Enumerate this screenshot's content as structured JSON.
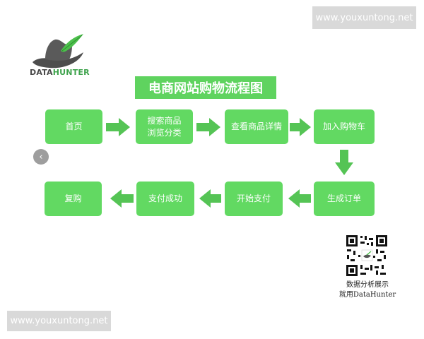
{
  "watermark": {
    "top_text": "www.youxuntong.net",
    "bottom_text": "www.youxuntong.net"
  },
  "logo": {
    "text_part1": "DATA",
    "text_part2": "HUNTER"
  },
  "diagram": {
    "title": "电商网站购物流程图",
    "steps": [
      {
        "id": "homepage",
        "label": "首页"
      },
      {
        "id": "search",
        "label": "搜索商品\n浏览分类"
      },
      {
        "id": "details",
        "label": "查看商品详情"
      },
      {
        "id": "cart",
        "label": "加入购物车"
      },
      {
        "id": "order",
        "label": "生成订单"
      },
      {
        "id": "pay",
        "label": "开始支付"
      },
      {
        "id": "success",
        "label": "支付成功"
      },
      {
        "id": "repurchase",
        "label": "复购"
      }
    ]
  },
  "qr": {
    "caption_line1": "数据分析展示",
    "caption_line2": "就用DataHunter"
  },
  "nav": {
    "prev_glyph": "‹"
  },
  "colors": {
    "box_green": "#62d962",
    "arrow_green": "#55c455",
    "title_green": "#5fd35f"
  }
}
